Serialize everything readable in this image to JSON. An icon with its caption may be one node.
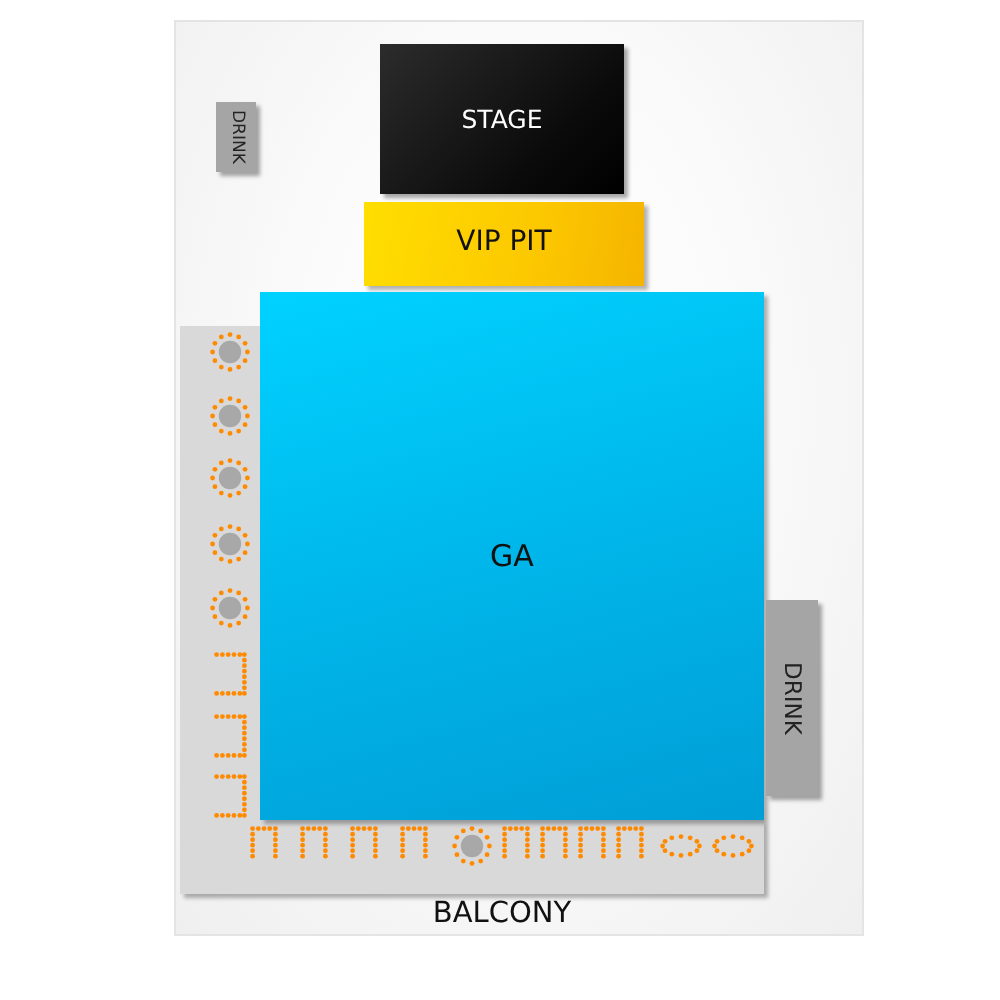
{
  "diagram": {
    "nodes": [
      {
        "text": [
          "STAGE"
        ]
      },
      {
        "text": [
          "DRINK"
        ]
      },
      {
        "text": [
          "VIP PIT"
        ]
      },
      {
        "text": [
          "GA"
        ]
      },
      {
        "text": [
          "DRINK"
        ]
      },
      {
        "text": [
          "BALCONY"
        ]
      }
    ]
  }
}
